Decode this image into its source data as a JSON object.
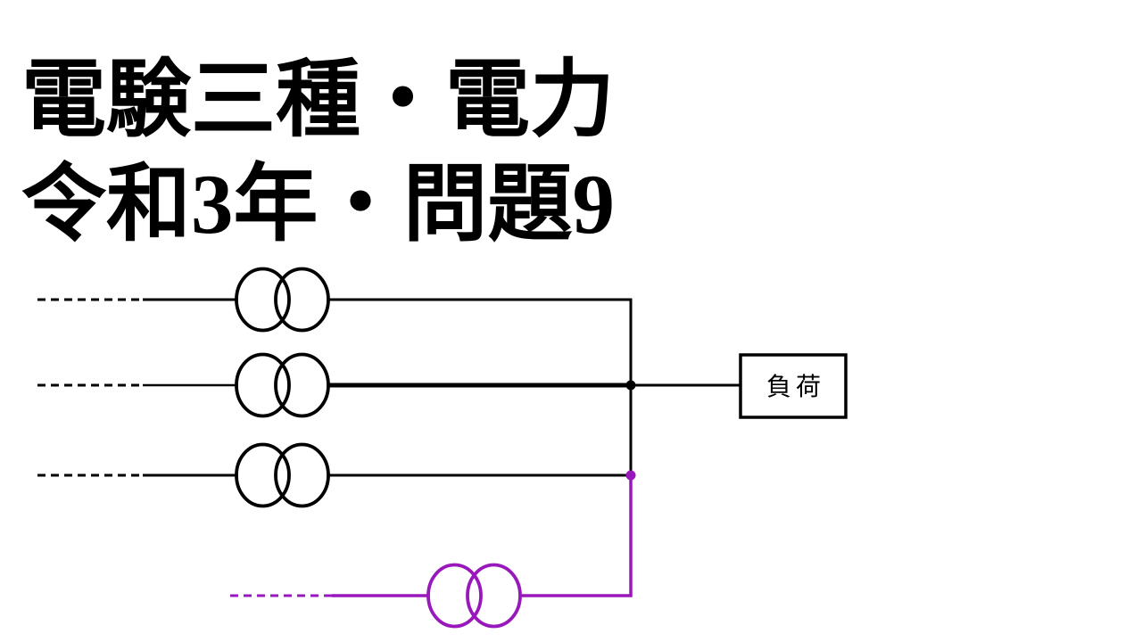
{
  "title": {
    "line1": "電験三種・電力",
    "line2": "令和3年・問題9"
  },
  "colors": {
    "ink": "#000000",
    "accent_purple": "#9918BC",
    "background": "#FFFFFF"
  },
  "diagram": {
    "load_label": "負荷",
    "components": [
      {
        "name": "transformer-1",
        "color_role": "ink"
      },
      {
        "name": "transformer-2",
        "color_role": "ink"
      },
      {
        "name": "transformer-3",
        "color_role": "ink"
      },
      {
        "name": "transformer-added",
        "color_role": "accent_purple"
      },
      {
        "name": "load-box"
      }
    ]
  }
}
